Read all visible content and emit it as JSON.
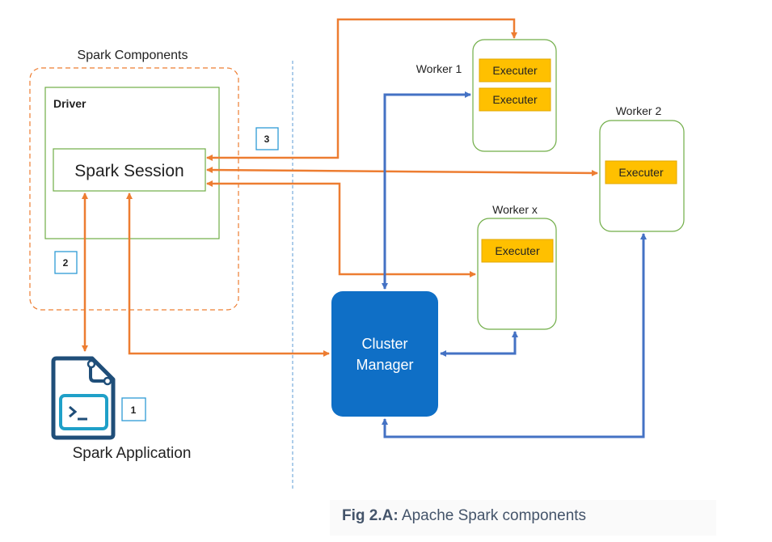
{
  "colors": {
    "orange": "#ED7D31",
    "blue": "#4472C4",
    "green_border": "#70AD47",
    "cluster_fill": "#0F6FC6",
    "executer_fill": "#FFC000",
    "badge_border": "#2E9BD6",
    "divider": "#5B9BD5"
  },
  "spark_components": {
    "title": "Spark Components",
    "driver_label": "Driver",
    "session_label": "Spark Session"
  },
  "application": {
    "label": "Spark Application",
    "icon": "terminal-file-icon"
  },
  "cluster_manager": {
    "line1": "Cluster",
    "line2": "Manager"
  },
  "workers": [
    {
      "label": "Worker 1",
      "executers": [
        "Executer",
        "Executer"
      ]
    },
    {
      "label": "Worker 2",
      "executers": [
        "Executer"
      ]
    },
    {
      "label": "Worker x",
      "executers": [
        "Executer"
      ]
    }
  ],
  "badges": [
    "1",
    "2",
    "3"
  ],
  "caption": {
    "prefix": "Fig 2.A:",
    "text": " Apache Spark components"
  }
}
